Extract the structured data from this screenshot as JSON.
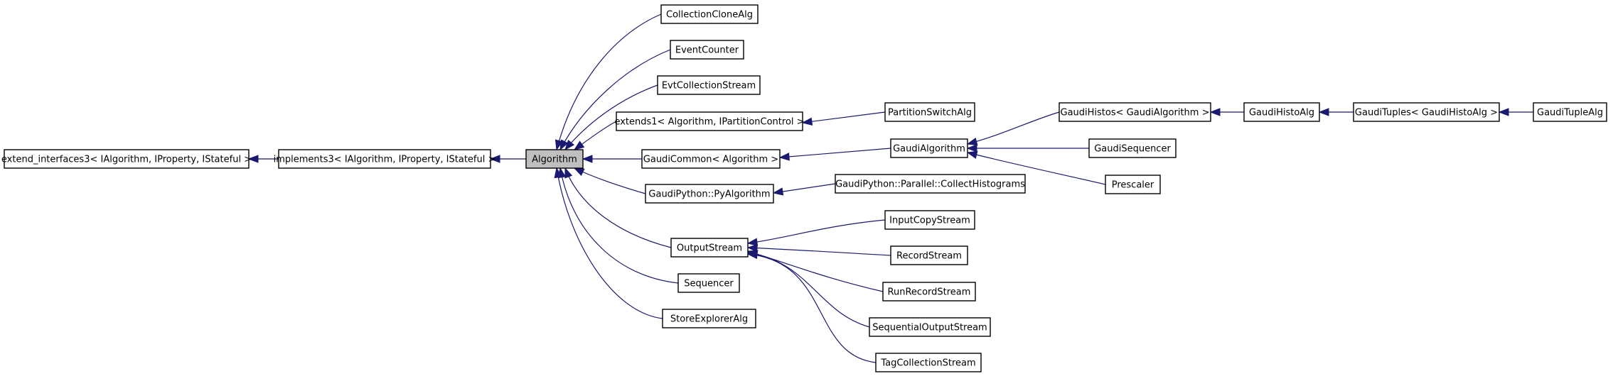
{
  "diagram": {
    "nodes": [
      {
        "id": "extend_interfaces3",
        "label": "extend_interfaces3< IAlgorithm, IProperty, IStateful >"
      },
      {
        "id": "implements3",
        "label": "implements3< IAlgorithm, IProperty, IStateful >"
      },
      {
        "id": "Algorithm",
        "label": "Algorithm",
        "current": true
      },
      {
        "id": "CollectionCloneAlg",
        "label": "CollectionCloneAlg"
      },
      {
        "id": "EventCounter",
        "label": "EventCounter"
      },
      {
        "id": "EvtCollectionStream",
        "label": "EvtCollectionStream"
      },
      {
        "id": "extends1",
        "label": "extends1< Algorithm, IPartitionControl >"
      },
      {
        "id": "GaudiCommon",
        "label": "GaudiCommon< Algorithm >"
      },
      {
        "id": "PyAlgorithm",
        "label": "GaudiPython::PyAlgorithm"
      },
      {
        "id": "OutputStream",
        "label": "OutputStream"
      },
      {
        "id": "Sequencer",
        "label": "Sequencer"
      },
      {
        "id": "StoreExplorerAlg",
        "label": "StoreExplorerAlg"
      },
      {
        "id": "PartitionSwitchAlg",
        "label": "PartitionSwitchAlg"
      },
      {
        "id": "GaudiAlgorithm",
        "label": "GaudiAlgorithm"
      },
      {
        "id": "CollectHistograms",
        "label": "GaudiPython::Parallel::CollectHistograms"
      },
      {
        "id": "InputCopyStream",
        "label": "InputCopyStream"
      },
      {
        "id": "RecordStream",
        "label": "RecordStream"
      },
      {
        "id": "RunRecordStream",
        "label": "RunRecordStream"
      },
      {
        "id": "SequentialOutputStream",
        "label": "SequentialOutputStream"
      },
      {
        "id": "TagCollectionStream",
        "label": "TagCollectionStream"
      },
      {
        "id": "GaudiHistos",
        "label": "GaudiHistos< GaudiAlgorithm >"
      },
      {
        "id": "GaudiSequencer",
        "label": "GaudiSequencer"
      },
      {
        "id": "Prescaler",
        "label": "Prescaler"
      },
      {
        "id": "GaudiHistoAlg",
        "label": "GaudiHistoAlg"
      },
      {
        "id": "GaudiTuples",
        "label": "GaudiTuples< GaudiHistoAlg >"
      },
      {
        "id": "GaudiTupleAlg",
        "label": "GaudiTupleAlg"
      }
    ],
    "edges": [
      {
        "from": "implements3",
        "to": "extend_interfaces3"
      },
      {
        "from": "Algorithm",
        "to": "implements3"
      },
      {
        "from": "CollectionCloneAlg",
        "to": "Algorithm"
      },
      {
        "from": "EventCounter",
        "to": "Algorithm"
      },
      {
        "from": "EvtCollectionStream",
        "to": "Algorithm"
      },
      {
        "from": "extends1",
        "to": "Algorithm"
      },
      {
        "from": "GaudiCommon",
        "to": "Algorithm"
      },
      {
        "from": "PyAlgorithm",
        "to": "Algorithm"
      },
      {
        "from": "OutputStream",
        "to": "Algorithm"
      },
      {
        "from": "Sequencer",
        "to": "Algorithm"
      },
      {
        "from": "StoreExplorerAlg",
        "to": "Algorithm"
      },
      {
        "from": "PartitionSwitchAlg",
        "to": "extends1"
      },
      {
        "from": "GaudiAlgorithm",
        "to": "GaudiCommon"
      },
      {
        "from": "CollectHistograms",
        "to": "PyAlgorithm"
      },
      {
        "from": "InputCopyStream",
        "to": "OutputStream"
      },
      {
        "from": "RecordStream",
        "to": "OutputStream"
      },
      {
        "from": "RunRecordStream",
        "to": "OutputStream"
      },
      {
        "from": "SequentialOutputStream",
        "to": "OutputStream"
      },
      {
        "from": "TagCollectionStream",
        "to": "OutputStream"
      },
      {
        "from": "GaudiHistos",
        "to": "GaudiAlgorithm"
      },
      {
        "from": "GaudiSequencer",
        "to": "GaudiAlgorithm"
      },
      {
        "from": "Prescaler",
        "to": "GaudiAlgorithm"
      },
      {
        "from": "GaudiHistoAlg",
        "to": "GaudiHistos"
      },
      {
        "from": "GaudiTuples",
        "to": "GaudiHistoAlg"
      },
      {
        "from": "GaudiTupleAlg",
        "to": "GaudiTuples"
      }
    ],
    "colors": {
      "edge": "#191970",
      "current_fill": "#bfbfbf",
      "box_stroke": "#000000"
    }
  }
}
